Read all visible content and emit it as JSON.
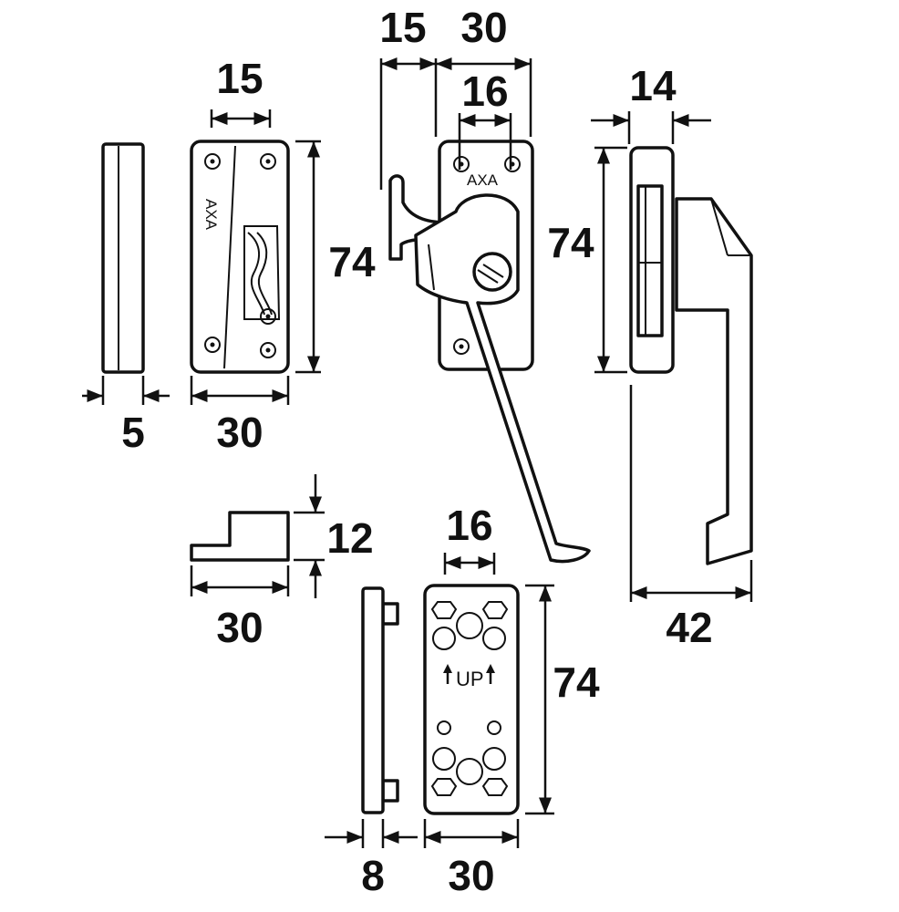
{
  "brand_mark": "AXA",
  "up_mark": "UP",
  "dimensions": {
    "strip_thickness": "5",
    "keep_width": "30",
    "keep_slot_spacing": "15",
    "keep_height": "74",
    "handle_offset": "15",
    "handle_width": "30",
    "handle_hole_spacing": "16",
    "handle_height": "74",
    "side_depth": "14",
    "side_total": "42",
    "wedge_height": "12",
    "wedge_width": "30",
    "plate_thickness": "8",
    "plate_width": "30",
    "plate_hole_spacing": "16",
    "plate_height": "74"
  }
}
